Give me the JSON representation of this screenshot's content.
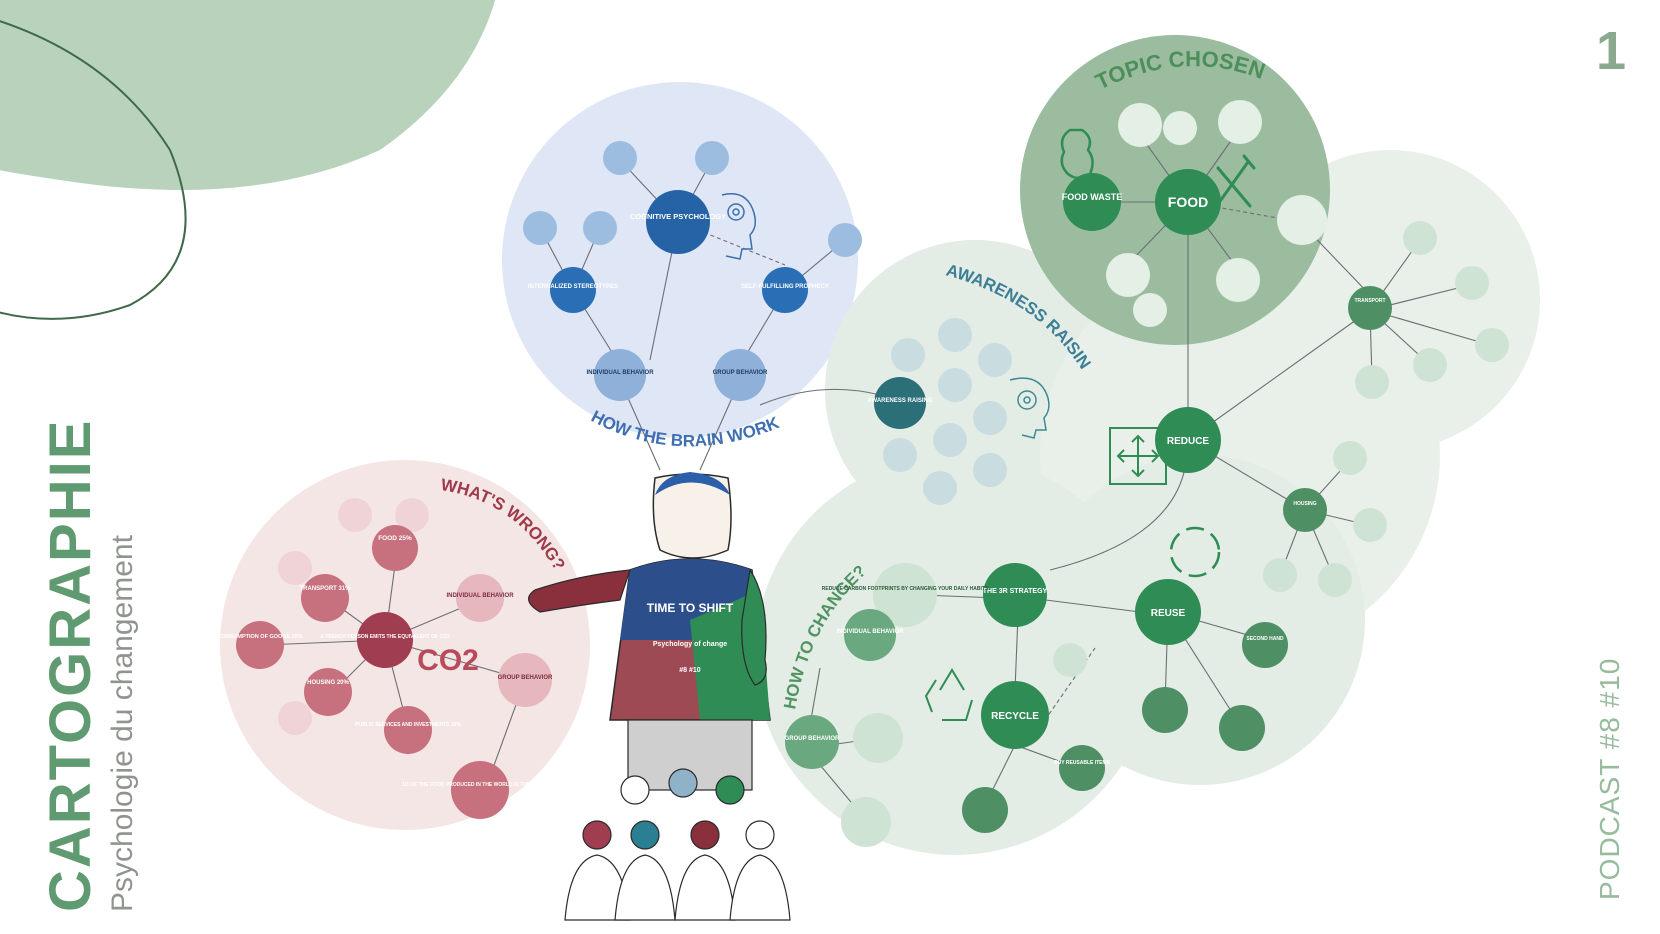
{
  "page_number": "1",
  "side_title": "CARTOGRAPHIE",
  "side_subtitle": "Psychologie du changement",
  "podcast_label": "PODCAST #8 #10",
  "colors": {
    "blob": "#b9d2bc",
    "brain": "#dfe6f5",
    "awareness": "#e4ece6",
    "wrong": "#f5e6e6",
    "change": "#e3ede5",
    "topic": "#9bbc9f",
    "strategy": "#e9f0ea",
    "blue_dark": "#2563a6",
    "blue_mid": "#5d94c7",
    "blue_light": "#9cbde0",
    "teal": "#2b6f78",
    "teal_light": "#a8c8cc",
    "red_dark": "#a13d50",
    "red_mid": "#c7707e",
    "red_light": "#e6b7bd",
    "green_dark": "#2f8c55",
    "green_mid": "#6aa97f",
    "green_light": "#b9d9c1"
  },
  "sections": {
    "brain": "HOW THE BRAIN WORKS?",
    "awareness": "AWARENESS RAISING",
    "wrong": "WHAT'S WRONG?",
    "change": "HOW TO CHANGE?",
    "topic": "TOPIC CHOSEN"
  },
  "nodes": {
    "cognitive_psychology": "COGNITIVE PSYCHOLOGY",
    "internalized_stereotypes": "INTERNALIZED STEREOTYPES",
    "self_fulfilling": "SELF-FULFILLING PROPHECY",
    "brain_individual_behavior": "INDIVIDUAL BEHAVIOR",
    "brain_group_behavior": "GROUP BEHAVIOR",
    "awareness_raising": "AWARENESS RAISING",
    "co2_center": "A FRENCH PERSON EMITS THE EQUIVALENT OF CO2",
    "co2_label": "CO2",
    "food_25": "FOOD 25%",
    "transport_31": "TRANSPORT 31%",
    "consumption_20": "CONSUMPTION OF GOODS 20%",
    "housing_20": "HOUSING 20%",
    "public_services_10": "PUBLIC SERVICES AND INVESTMENTS 10%",
    "food_thrown_away": "1/3 OF THE FOOD PRODUCED IN THE WORLD IS THROWN AWAY",
    "wrong_individual_behavior": "INDIVIDUAL BEHAVIOR",
    "wrong_group_behavior": "GROUP BEHAVIOR",
    "change_individual_behavior": "INDIVIDUAL BEHAVIOR",
    "change_group_behavior": "GROUP BEHAVIOR",
    "reduce_carbon": "REDUCE CARBON FOOTPRINTS BY CHANGING YOUR DAILY HABITS",
    "strategy_3r": "THE 3R STRATEGY",
    "reduce": "REDUCE",
    "reuse": "REUSE",
    "recycle": "RECYCLE",
    "food": "FOOD",
    "food_waste": "FOOD WASTE",
    "transport": "TRANSPORT",
    "housing": "HOUSING",
    "second_hand": "SECOND HAND",
    "buy_reusable": "BUY REUSABLE ITEMS"
  },
  "mascot": {
    "title": "TIME TO SHIFT",
    "subtitle": "Psychology of change",
    "episodes": "#8 #10"
  }
}
